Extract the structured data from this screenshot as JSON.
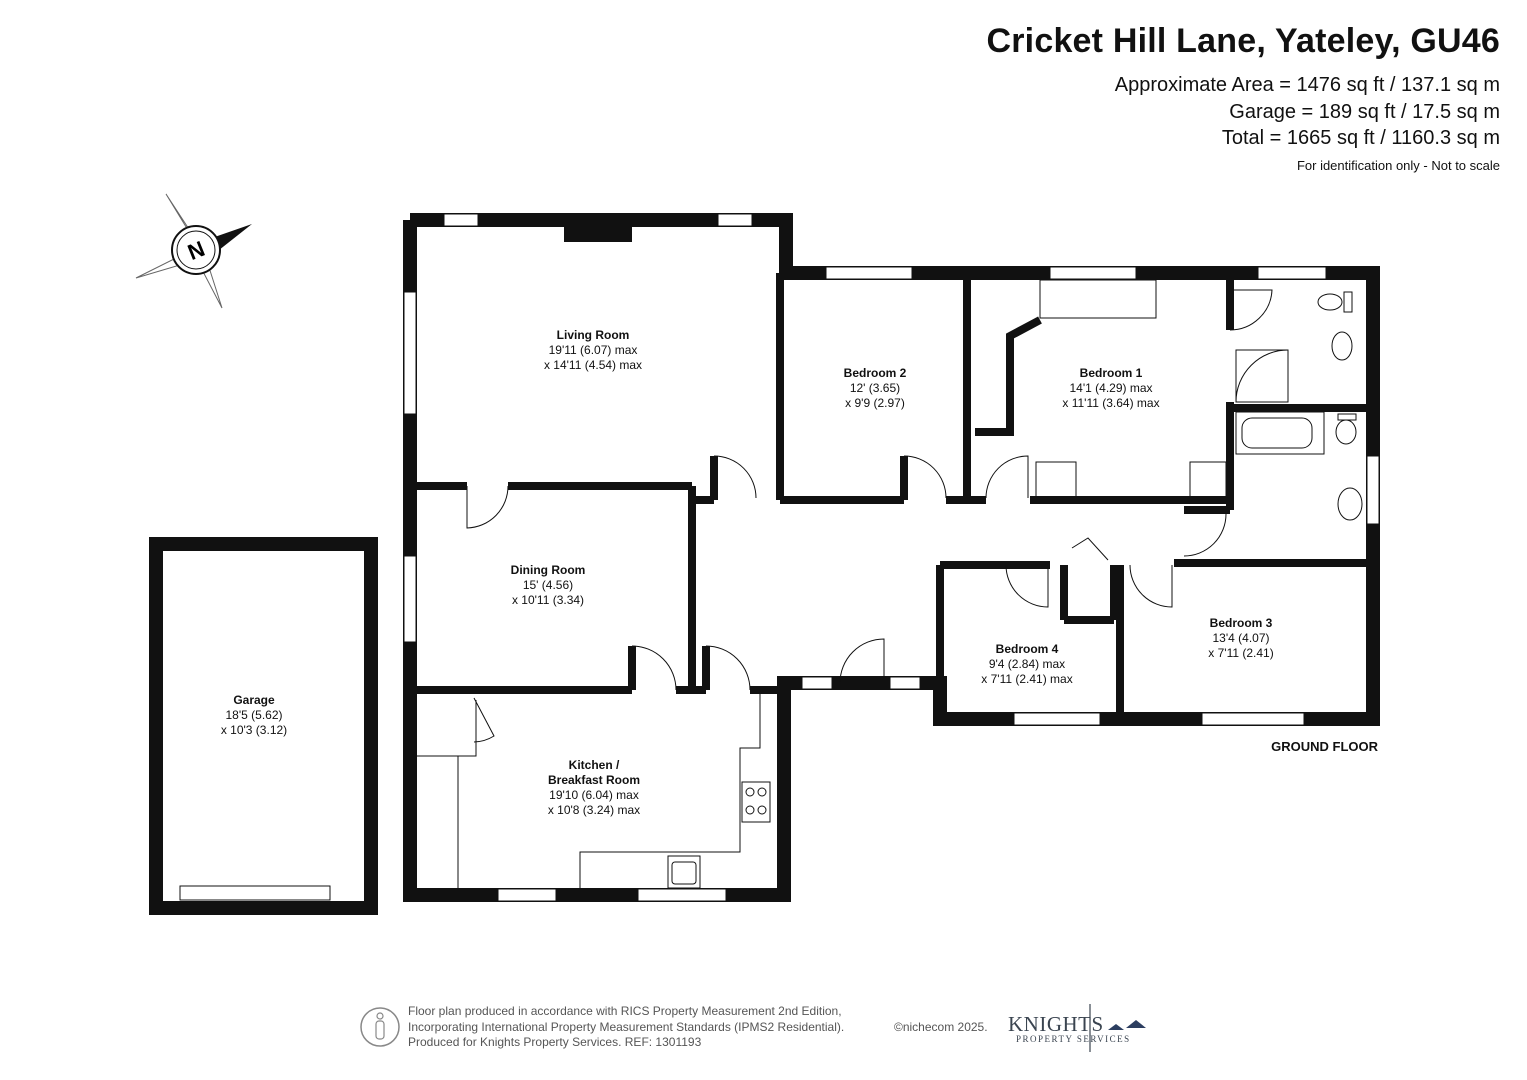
{
  "header": {
    "title": "Cricket Hill Lane, Yateley, GU46",
    "area": "Approximate Area = 1476 sq ft / 137.1 sq m",
    "garage": "Garage = 189 sq ft / 17.5 sq m",
    "total": "Total = 1665 sq ft / 1160.3 sq m",
    "disclaimer": "For identification only - Not to scale"
  },
  "compass": {
    "label": "N"
  },
  "rooms": {
    "living": {
      "name": "Living Room",
      "dim1": "19'11 (6.07) max",
      "dim2": "x 14'11 (4.54) max"
    },
    "bedroom2": {
      "name": "Bedroom 2",
      "dim1": "12' (3.65)",
      "dim2": "x 9'9 (2.97)"
    },
    "bedroom1": {
      "name": "Bedroom 1",
      "dim1": "14'1 (4.29) max",
      "dim2": "x 11'11 (3.64) max"
    },
    "dining": {
      "name": "Dining Room",
      "dim1": "15' (4.56)",
      "dim2": "x 10'11 (3.34)"
    },
    "garage": {
      "name": "Garage",
      "dim1": "18'5 (5.62)",
      "dim2": "x 10'3 (3.12)"
    },
    "bedroom4": {
      "name": "Bedroom 4",
      "dim1": "9'4 (2.84) max",
      "dim2": "x 7'11 (2.41) max"
    },
    "bedroom3": {
      "name": "Bedroom 3",
      "dim1": "13'4 (4.07)",
      "dim2": "x 7'11 (2.41)"
    },
    "kitchen": {
      "name1": "Kitchen /",
      "name2": "Breakfast Room",
      "dim1": "19'10 (6.04) max",
      "dim2": "x 10'8 (3.24) max"
    }
  },
  "floor_label": "GROUND FLOOR",
  "footer": {
    "line1": "Floor plan produced in accordance with RICS Property Measurement 2nd Edition,",
    "line2": "Incorporating International Property Measurement Standards (IPMS2 Residential).",
    "line3": "Produced for Knights Property Services.   REF: 1301193",
    "credit": "©nichecom 2025.",
    "logo_main": "KNIGHTS",
    "logo_sub": "PROPERTY SERVICES"
  },
  "colors": {
    "wall": "#111111",
    "text": "#111111",
    "footer": "#555555",
    "logo": "#3a4450"
  }
}
